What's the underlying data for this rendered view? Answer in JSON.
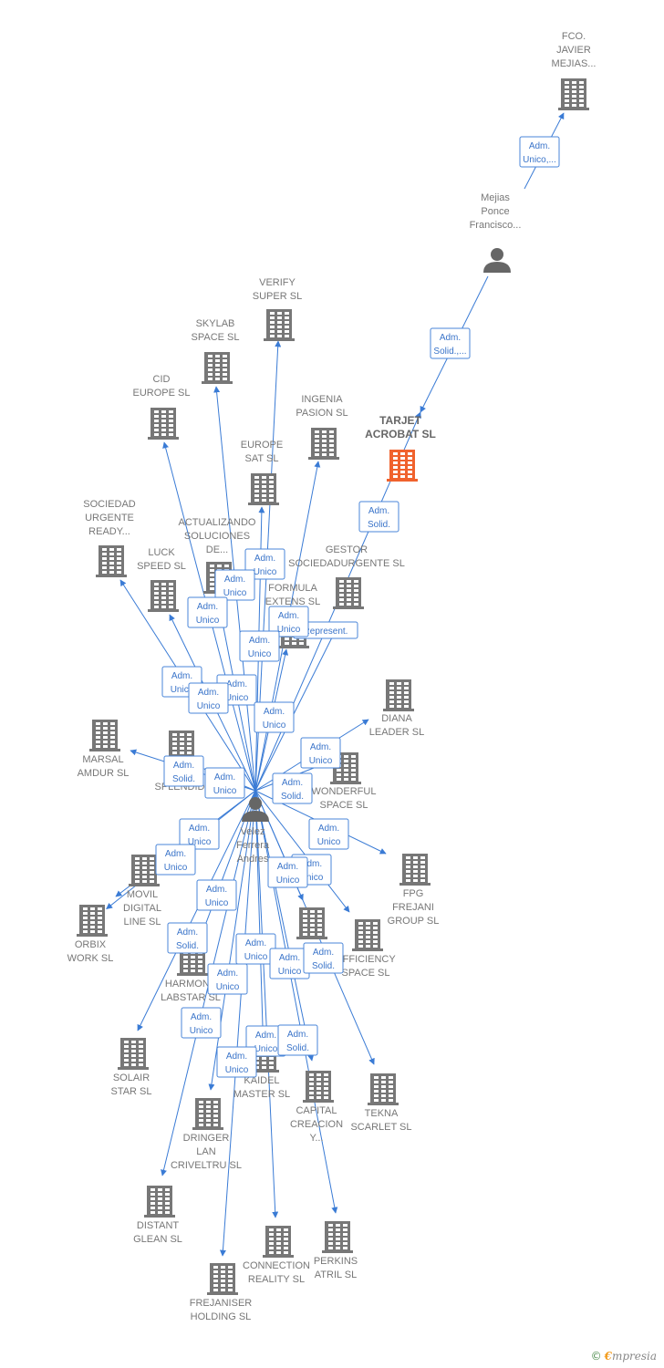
{
  "colors": {
    "edge": "#3a7bd5",
    "building": "#777777",
    "focus": "#f0622d",
    "person": "#666666"
  },
  "nodes": [
    {
      "id": "fco",
      "type": "company",
      "lines": [
        "FCO.",
        "JAVIER",
        "MEJIAS..."
      ]
    },
    {
      "id": "mejias",
      "type": "person",
      "lines": [
        "Mejias",
        "Ponce",
        "Francisco..."
      ]
    },
    {
      "id": "tarjet",
      "type": "focus",
      "lines": [
        "TARJET",
        "ACROBAT SL"
      ]
    },
    {
      "id": "verify",
      "type": "company",
      "lines": [
        "VERIFY",
        "SUPER SL"
      ]
    },
    {
      "id": "skylab",
      "type": "company",
      "lines": [
        "SKYLAB",
        "SPACE SL"
      ]
    },
    {
      "id": "cid",
      "type": "company",
      "lines": [
        "CID",
        "EUROPE SL"
      ]
    },
    {
      "id": "ingenia",
      "type": "company",
      "lines": [
        "INGENIA",
        "PASION SL"
      ]
    },
    {
      "id": "europesat",
      "type": "company",
      "lines": [
        "EUROPE",
        "SAT SL"
      ]
    },
    {
      "id": "sociedad",
      "type": "company",
      "lines": [
        "SOCIEDAD",
        "URGENTE",
        "READY..."
      ]
    },
    {
      "id": "actualizando",
      "type": "company",
      "lines": [
        "ACTUALIZANDO",
        "SOLUCIONES",
        "DE..."
      ]
    },
    {
      "id": "gestor",
      "type": "company",
      "lines": [
        "GESTOR",
        "SOCIEDADURGENTE SL"
      ]
    },
    {
      "id": "luck",
      "type": "company",
      "lines": [
        "LUCK",
        "SPEED SL"
      ]
    },
    {
      "id": "formula",
      "type": "company",
      "lines": [
        "FORMULA",
        "EXTENS SL"
      ]
    },
    {
      "id": "diana",
      "type": "company",
      "lines": [
        "DIANA",
        "LEADER SL"
      ]
    },
    {
      "id": "marsal",
      "type": "company",
      "lines": [
        "MARSAL",
        "AMDUR SL"
      ]
    },
    {
      "id": "imp",
      "type": "company",
      "lines": [
        "IMP",
        "SPLENDID"
      ]
    },
    {
      "id": "wonderful",
      "type": "company",
      "lines": [
        "WONDERFUL",
        "SPACE SL"
      ]
    },
    {
      "id": "velez",
      "type": "person",
      "lines": [
        "Velez",
        "Ferrera",
        "Andres"
      ]
    },
    {
      "id": "fpg",
      "type": "company",
      "lines": [
        "FPG",
        "FREJANI",
        "GROUP SL"
      ]
    },
    {
      "id": "movil",
      "type": "company",
      "lines": [
        "MOVIL",
        "DIGITAL",
        "LINE SL"
      ]
    },
    {
      "id": "orbix",
      "type": "company",
      "lines": [
        "ORBIX",
        "WORK SL"
      ]
    },
    {
      "id": "efficiency",
      "type": "company",
      "lines": [
        "EFFICIENCY",
        "SPACE SL"
      ]
    },
    {
      "id": "hidden",
      "type": "company",
      "lines": [
        ""
      ]
    },
    {
      "id": "harmony",
      "type": "company",
      "lines": [
        "HARMONY",
        "LABSTAR SL"
      ]
    },
    {
      "id": "solair",
      "type": "company",
      "lines": [
        "SOLAIR",
        "STAR SL"
      ]
    },
    {
      "id": "kaidel",
      "type": "company",
      "lines": [
        "KAIDEL",
        "MASTER SL"
      ]
    },
    {
      "id": "capital",
      "type": "company",
      "lines": [
        "CAPITAL",
        "CREACION",
        "Y..."
      ]
    },
    {
      "id": "tekna",
      "type": "company",
      "lines": [
        "TEKNA",
        "SCARLET SL"
      ]
    },
    {
      "id": "dringer",
      "type": "company",
      "lines": [
        "DRINGER",
        "LAN",
        "CRIVELTRU SL"
      ]
    },
    {
      "id": "distant",
      "type": "company",
      "lines": [
        "DISTANT",
        "GLEAN SL"
      ]
    },
    {
      "id": "connection",
      "type": "company",
      "lines": [
        "CONNECTION",
        "REALITY SL"
      ]
    },
    {
      "id": "perkins",
      "type": "company",
      "lines": [
        "PERKINS",
        "ATRIL SL"
      ]
    },
    {
      "id": "frejaniser",
      "type": "company",
      "lines": [
        "FREJANISER",
        "HOLDING SL"
      ]
    }
  ],
  "edges": [
    {
      "from": "mejias",
      "to": "fco",
      "label": [
        "Adm.",
        "Unico,..."
      ]
    },
    {
      "from": "mejias",
      "to": "tarjet",
      "label": [
        "Adm.",
        "Solid.,..."
      ]
    },
    {
      "from": "velez",
      "to": "tarjet",
      "label": [
        "Adm.",
        "Solid."
      ]
    },
    {
      "from": "velez",
      "to": "gestor",
      "label": [
        "Represent."
      ]
    },
    {
      "from": "velez",
      "to": "verify",
      "label": [
        "Adm.",
        "Unico"
      ]
    },
    {
      "from": "velez",
      "to": "skylab",
      "label": [
        "Adm.",
        "Unico"
      ]
    },
    {
      "from": "velez",
      "to": "cid",
      "label": [
        "Adm.",
        "Unico"
      ]
    },
    {
      "from": "velez",
      "to": "ingenia",
      "label": [
        "Adm.",
        "Unico"
      ]
    },
    {
      "from": "velez",
      "to": "europesat",
      "label": [
        "Adm.",
        "Unico"
      ]
    },
    {
      "from": "velez",
      "to": "sociedad",
      "label": [
        "Adm.",
        "Unico"
      ]
    },
    {
      "from": "velez",
      "to": "actualizando",
      "label": [
        "Adm.",
        "Unico"
      ]
    },
    {
      "from": "velez",
      "to": "luck",
      "label": [
        "Adm.",
        "Unico"
      ]
    },
    {
      "from": "velez",
      "to": "formula",
      "label": [
        "Adm.",
        "Unico"
      ]
    },
    {
      "from": "velez",
      "to": "diana",
      "label": [
        "Adm.",
        "Unico"
      ]
    },
    {
      "from": "velez",
      "to": "marsal",
      "label": [
        "Adm.",
        "Solid."
      ]
    },
    {
      "from": "velez",
      "to": "imp",
      "label": [
        "Adm.",
        "Unico"
      ]
    },
    {
      "from": "velez",
      "to": "wonderful",
      "label": [
        "Adm.",
        "Solid."
      ]
    },
    {
      "from": "velez",
      "to": "fpg",
      "label": [
        "Adm.",
        "Unico"
      ]
    },
    {
      "from": "velez",
      "to": "movil",
      "label": [
        "Adm.",
        "Unico"
      ]
    },
    {
      "from": "velez",
      "to": "orbix",
      "label": [
        "Adm.",
        "Unico"
      ]
    },
    {
      "from": "velez",
      "to": "efficiency",
      "label": [
        "Adm.",
        "Unico"
      ]
    },
    {
      "from": "velez",
      "to": "hidden",
      "label": [
        "Adm.",
        "Unico"
      ]
    },
    {
      "from": "velez",
      "to": "harmony",
      "label": [
        "Adm.",
        "Unico"
      ]
    },
    {
      "from": "velez",
      "to": "solair",
      "label": [
        "Adm.",
        "Solid."
      ]
    },
    {
      "from": "velez",
      "to": "kaidel",
      "label": [
        "Adm.",
        "Unico"
      ]
    },
    {
      "from": "velez",
      "to": "capital",
      "label": [
        "Adm.",
        "Unico"
      ]
    },
    {
      "from": "velez",
      "to": "tekna",
      "label": [
        "Adm.",
        "Solid."
      ]
    },
    {
      "from": "velez",
      "to": "dringer",
      "label": [
        "Adm.",
        "Unico"
      ]
    },
    {
      "from": "velez",
      "to": "distant",
      "label": [
        "Adm.",
        "Unico"
      ]
    },
    {
      "from": "velez",
      "to": "connection",
      "label": [
        "Adm.",
        "Unico"
      ]
    },
    {
      "from": "velez",
      "to": "perkins",
      "label": [
        "Adm.",
        "Solid."
      ]
    },
    {
      "from": "velez",
      "to": "frejaniser",
      "label": [
        "Adm.",
        "Unico"
      ]
    }
  ],
  "footer": {
    "copyright": "©",
    "brand_initial": "€",
    "brand_rest": "mpresia"
  }
}
